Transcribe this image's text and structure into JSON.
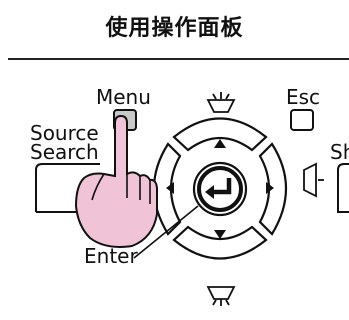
{
  "header": {
    "title": "使用操作面板"
  },
  "labels": {
    "menu": "Menu",
    "esc": "Esc",
    "source": "Source",
    "search": "Search",
    "enter": "Enter",
    "shutter_partial": "Sh"
  },
  "colors": {
    "finger": "#f0c4d6",
    "highlighted_button": "#c8c8c8",
    "outline": "#111111"
  }
}
